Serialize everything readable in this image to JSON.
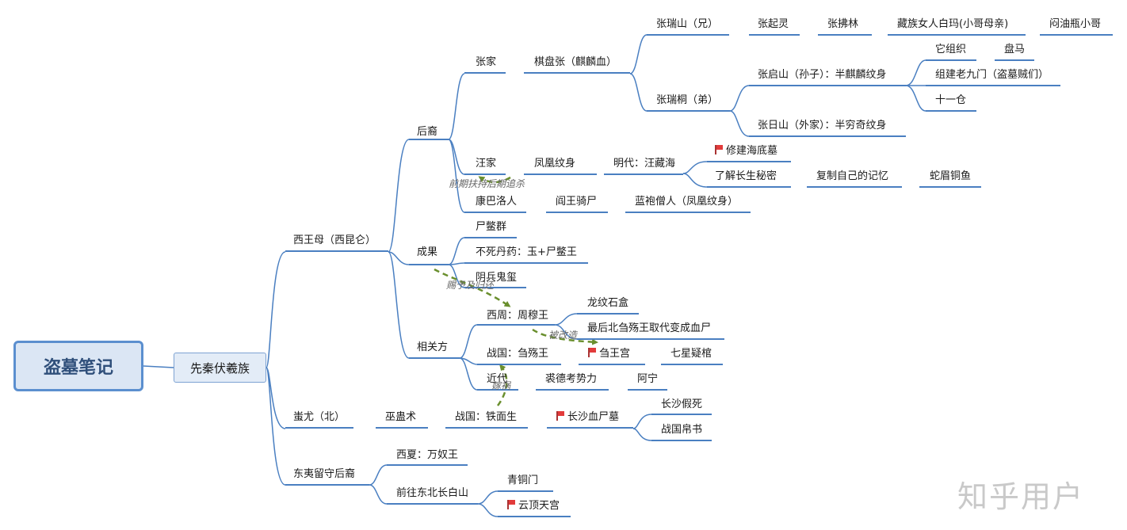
{
  "root": "盗墓笔记",
  "sub": "先秦伏羲族",
  "colors": {
    "branch": "#4a7fc1",
    "relation": "#6a8f2e",
    "flag": "#e23b3b"
  },
  "branches": {
    "xiwangmu": "西王母（西昆仑）",
    "houyi": "后裔",
    "zhangjia": "张家",
    "qipanzhang": "棋盘张（麒麟血）",
    "zhangruishan": "张瑞山（兄）",
    "zhangqiling": "张起灵",
    "zhangfulin": "张拂林",
    "baima": "藏族女人白玛(小哥母亲)",
    "mengyou": "闷油瓶小哥",
    "zhangruitong": "张瑞桐（弟）",
    "zhangqishan": "张启山（孙子）：半麒麟纹身",
    "tazuzhi": "它组织",
    "panma": "盘马",
    "laojiumen": "组建老九门（盗墓贼们）",
    "shiyicang": "十一仓",
    "zhangrishan": "张日山（外家）：半穷奇纹身",
    "wangjia": "汪家",
    "fenghuang": "凤凰纹身",
    "wangzanghai": "明代：汪藏海",
    "haidimu": "修建海底墓",
    "changsheng": "了解长生秘密",
    "jiyi": "复制自己的记忆",
    "shemei": "蛇眉铜鱼",
    "kangba": "康巴洛人",
    "yanwang": "阎王骑尸",
    "lanpao": "蓝袍僧人（凤凰纹身）",
    "chengguo": "成果",
    "shibie": "尸鳖群",
    "busi": "不死丹药：玉+尸鳖王",
    "yinbing": "阴兵鬼玺",
    "xiangguan": "相关方",
    "zhoumu": "西周：周穆王",
    "longwen": "龙纹石盒",
    "zuihou": "最后北刍殇王取代变成血尸",
    "zhanguo_lu": "战国：刍殇王",
    "luwanggong": "刍王宫",
    "qixing": "七星疑棺",
    "jindai": "近代",
    "qiude": "裘德考势力",
    "aning": "阿宁",
    "chiyou": "蚩尤（北）",
    "wugu": "巫蛊术",
    "tiemian": "战国：铁面生",
    "changsha": "长沙血尸墓",
    "jiasi": "长沙假死",
    "boshu": "战国帛书",
    "dongyi": "东夷留守后裔",
    "xixia": "西夏：万奴王",
    "dongbei": "前往东北长白山",
    "qingtong": "青铜门",
    "yunding": "云顶天宫"
  },
  "relations": {
    "qianqi": "前期扶持后期追杀",
    "ciyu": "赐予及归还",
    "beigaizao": "被改造",
    "jiaren": "嫁祸"
  },
  "watermark": "知乎用户"
}
